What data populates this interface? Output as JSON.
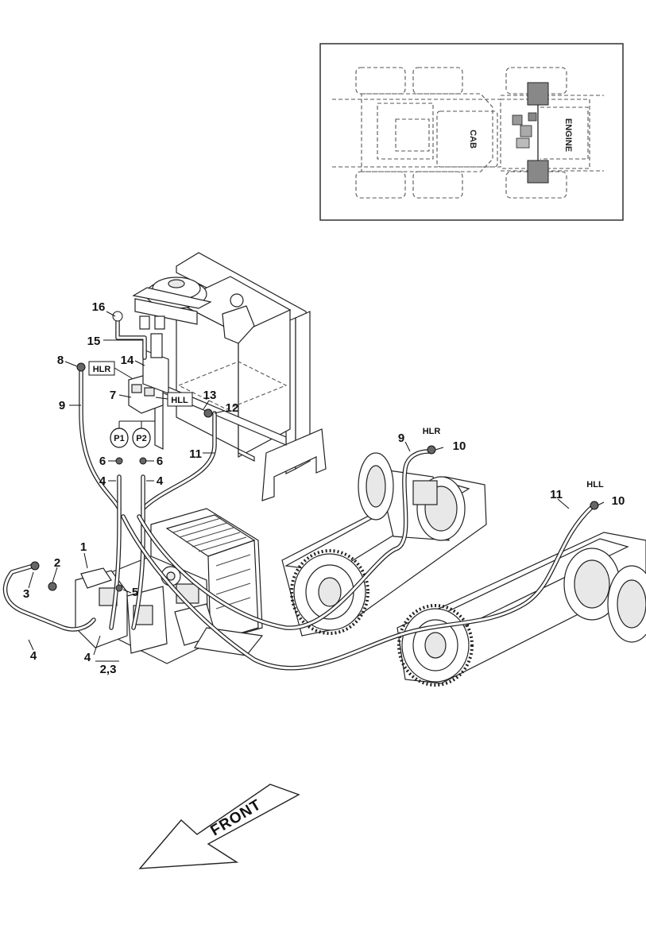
{
  "locator": {
    "cab_label": "CAB",
    "engine_label": "ENGINE"
  },
  "callouts": {
    "c1": "1",
    "c2": "2",
    "c3": "3",
    "c4a": "4",
    "c4b": "4",
    "c4c": "4",
    "c4d": "4",
    "c5": "5",
    "c23": "2,3",
    "c6a": "6",
    "c6b": "6",
    "c7": "7",
    "c8": "8",
    "c9a": "9",
    "c9b": "9",
    "c10a": "10",
    "c10b": "10",
    "c11a": "11",
    "c11b": "11",
    "c12": "12",
    "c13": "13",
    "c14": "14",
    "c15": "15",
    "c16": "16"
  },
  "tags": {
    "hlr_box": "HLR",
    "hll_box": "HLL",
    "p1": "P1",
    "p2": "P2",
    "hlr_right": "HLR",
    "hll_right": "HLL"
  },
  "direction": {
    "front_label": "FRONT"
  }
}
